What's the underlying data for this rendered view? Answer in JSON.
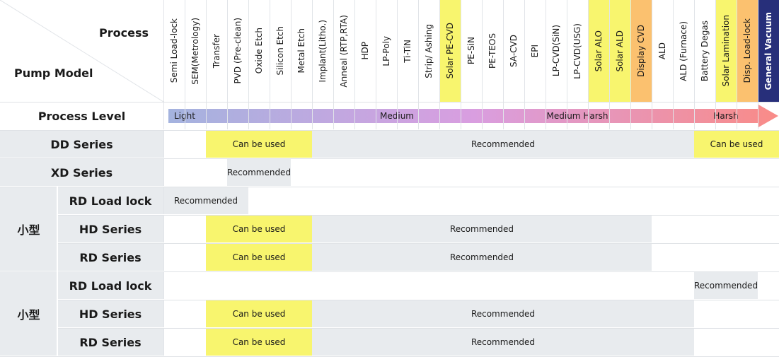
{
  "header": {
    "process_label": "Process",
    "pump_model_label": "Pump Model"
  },
  "processes": [
    {
      "label": "Semi Load-lock",
      "highlight": ""
    },
    {
      "label": "SEM(Metrology)",
      "highlight": ""
    },
    {
      "label": "Transfer",
      "highlight": ""
    },
    {
      "label": "PVD (Pre-clean)",
      "highlight": ""
    },
    {
      "label": "Oxide Etch",
      "highlight": ""
    },
    {
      "label": "Silicon Etch",
      "highlight": ""
    },
    {
      "label": "Metal Etch",
      "highlight": ""
    },
    {
      "label": "Implant(Litho.)",
      "highlight": ""
    },
    {
      "label": "Anneal (RTP,RTA)",
      "highlight": ""
    },
    {
      "label": "HDP",
      "highlight": ""
    },
    {
      "label": "LP-Poly",
      "highlight": ""
    },
    {
      "label": "Ti-TiN",
      "highlight": ""
    },
    {
      "label": "Strip/ Ashing",
      "highlight": ""
    },
    {
      "label": "Solar PE-CVD",
      "highlight": "yellow"
    },
    {
      "label": "PE-SiN",
      "highlight": ""
    },
    {
      "label": "PE-TEOS",
      "highlight": ""
    },
    {
      "label": "SA-CVD",
      "highlight": ""
    },
    {
      "label": "EPI",
      "highlight": ""
    },
    {
      "label": "LP-CVD(SiN)",
      "highlight": ""
    },
    {
      "label": "LP-CVD(USG)",
      "highlight": ""
    },
    {
      "label": "Solar ALO",
      "highlight": "yellow"
    },
    {
      "label": "Solar ALD",
      "highlight": "yellow"
    },
    {
      "label": "Display CVD",
      "highlight": "orange"
    },
    {
      "label": "ALD",
      "highlight": ""
    },
    {
      "label": "ALD (Furnace)",
      "highlight": ""
    },
    {
      "label": "Battery Degas",
      "highlight": ""
    },
    {
      "label": "Solar Lamination",
      "highlight": "yellow"
    },
    {
      "label": "Disp. Load-lock",
      "highlight": "orange"
    },
    {
      "label": "General Vacuum",
      "highlight": "navy"
    }
  ],
  "process_level": {
    "label": "Process Level",
    "levels": [
      "Light",
      "Medium",
      "Medium Harsh",
      "Harsh"
    ]
  },
  "groups": [
    {
      "label": "",
      "rows": [
        0,
        1
      ]
    },
    {
      "label": "小型",
      "rows": [
        2,
        3,
        4
      ]
    },
    {
      "label": "小型",
      "rows": [
        5,
        6,
        7
      ]
    }
  ],
  "rows": [
    {
      "label": "DD Series",
      "spans": [
        {
          "start": 2,
          "end": 7,
          "text": "Can be used",
          "kind": "can"
        },
        {
          "start": 7,
          "end": 25,
          "text": "Recommended",
          "kind": "rec"
        },
        {
          "start": 25,
          "end": 29,
          "text": "Can be used",
          "kind": "can"
        }
      ]
    },
    {
      "label": "XD Series",
      "spans": [
        {
          "start": 3,
          "end": 6,
          "text": "Recommended",
          "kind": "rec"
        }
      ]
    },
    {
      "label": "RD Load lock",
      "spans": [
        {
          "start": 0,
          "end": 4,
          "text": "Recommended",
          "kind": "rec"
        }
      ]
    },
    {
      "label": "HD Series",
      "spans": [
        {
          "start": 2,
          "end": 7,
          "text": "Can be used",
          "kind": "can"
        },
        {
          "start": 7,
          "end": 23,
          "text": "Recommended",
          "kind": "rec"
        }
      ]
    },
    {
      "label": "RD Series",
      "spans": [
        {
          "start": 2,
          "end": 7,
          "text": "Can be used",
          "kind": "can"
        },
        {
          "start": 7,
          "end": 23,
          "text": "Recommended",
          "kind": "rec"
        }
      ]
    },
    {
      "label": "RD Load lock",
      "spans": [
        {
          "start": 25,
          "end": 28,
          "text": "Recommended",
          "kind": "rec"
        }
      ]
    },
    {
      "label": "HD Series",
      "spans": [
        {
          "start": 2,
          "end": 7,
          "text": "Can be used",
          "kind": "can"
        },
        {
          "start": 7,
          "end": 25,
          "text": "Recommended",
          "kind": "rec"
        }
      ]
    },
    {
      "label": "RD Series",
      "spans": [
        {
          "start": 2,
          "end": 7,
          "text": "Can be used",
          "kind": "can"
        },
        {
          "start": 7,
          "end": 25,
          "text": "Recommended",
          "kind": "rec"
        }
      ]
    }
  ],
  "colors": {
    "can_be_used": "#f8f56e",
    "recommended": "#e8ebee",
    "row_label_bg": "#e8ebee",
    "highlight_yellow": "#f8f56e",
    "highlight_orange": "#fbc16f",
    "highlight_navy": "#272f7a",
    "gradient_start": "#a4b3df",
    "gradient_mid": "#d99ee0",
    "gradient_end": "#f98b87"
  }
}
